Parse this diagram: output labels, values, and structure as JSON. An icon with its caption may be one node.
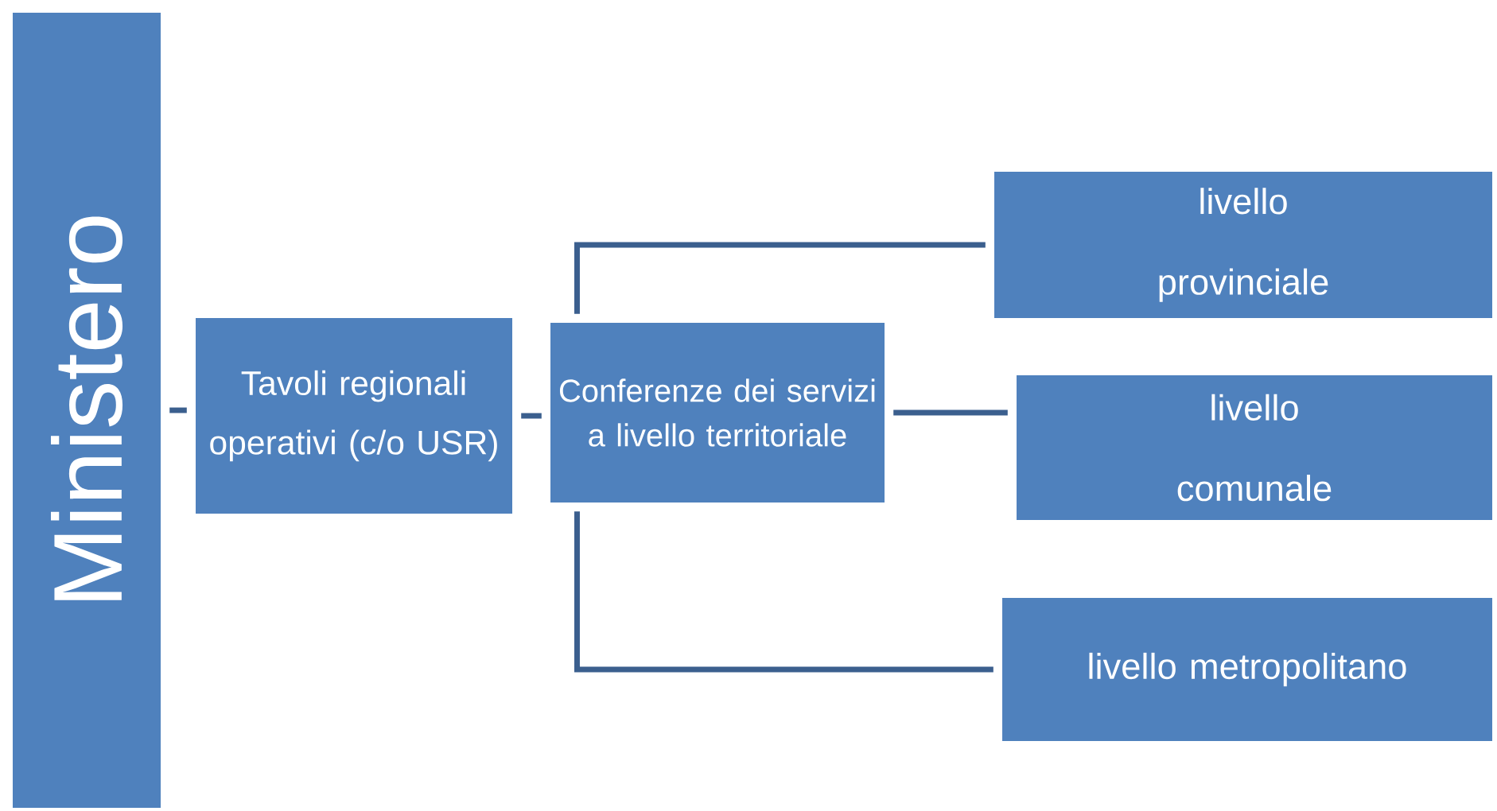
{
  "diagram": {
    "nodes": [
      {
        "text": [
          "Ministero"
        ]
      },
      {
        "text": [
          "Tavoli regionali operativi (c/o USR)"
        ]
      },
      {
        "text": [
          "Conferenze dei servizi a livello territoriale"
        ]
      },
      {
        "text": [
          "livello provinciale"
        ]
      },
      {
        "text": [
          "livello comunale"
        ]
      },
      {
        "text": [
          "livello metropolitano"
        ]
      }
    ],
    "edges": [
      {
        "from": 0,
        "to": 1,
        "arrow": "none"
      },
      {
        "from": 1,
        "to": 2,
        "arrow": "none"
      },
      {
        "from": 2,
        "to": 3,
        "arrow": "none"
      },
      {
        "from": 2,
        "to": 4,
        "arrow": "none"
      },
      {
        "from": 2,
        "to": 5,
        "arrow": "none"
      }
    ]
  }
}
